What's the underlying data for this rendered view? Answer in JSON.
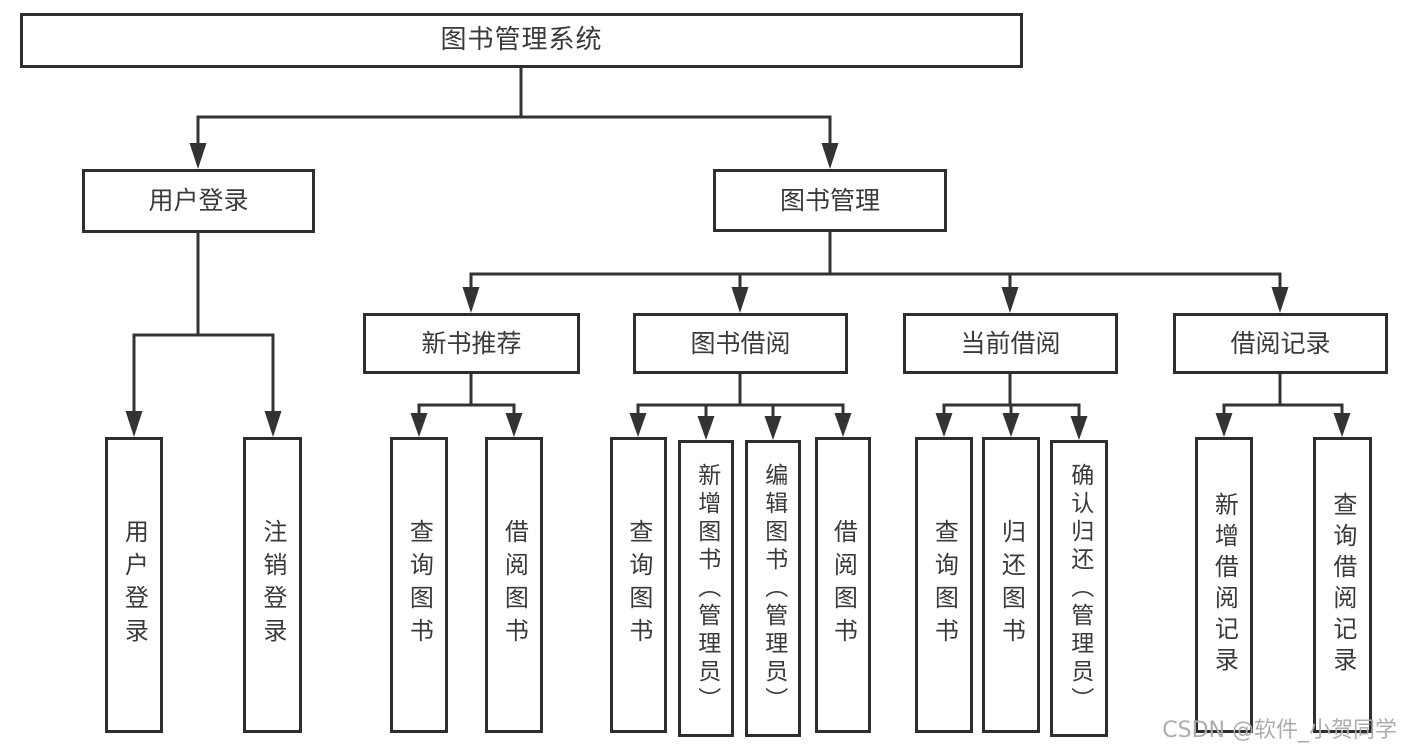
{
  "tree": {
    "root": {
      "label": "图书管理系统",
      "children": [
        {
          "label": "用户登录",
          "children": [
            {
              "label": "用户登录"
            },
            {
              "label": "注销登录"
            }
          ]
        },
        {
          "label": "图书管理",
          "children": [
            {
              "label": "新书推荐",
              "children": [
                {
                  "label": "查询图书"
                },
                {
                  "label": "借阅图书"
                }
              ]
            },
            {
              "label": "图书借阅",
              "children": [
                {
                  "label": "查询图书"
                },
                {
                  "label": "新增图书（管理员）"
                },
                {
                  "label": "编辑图书（管理员）"
                },
                {
                  "label": "借阅图书"
                }
              ]
            },
            {
              "label": "当前借阅",
              "children": [
                {
                  "label": "查询图书"
                },
                {
                  "label": "归还图书"
                },
                {
                  "label": "确认归还（管理员）"
                }
              ]
            },
            {
              "label": "借阅记录",
              "children": [
                {
                  "label": "新增借阅记录"
                },
                {
                  "label": "查询借阅记录"
                }
              ]
            }
          ]
        }
      ]
    }
  },
  "watermark": {
    "text": "CSDN @软件_小贺同学",
    "color": "#adadad"
  },
  "colors": {
    "line": "#333333",
    "border": "#2e2e2e",
    "text": "#3a3a3a",
    "background": "#ffffff"
  }
}
